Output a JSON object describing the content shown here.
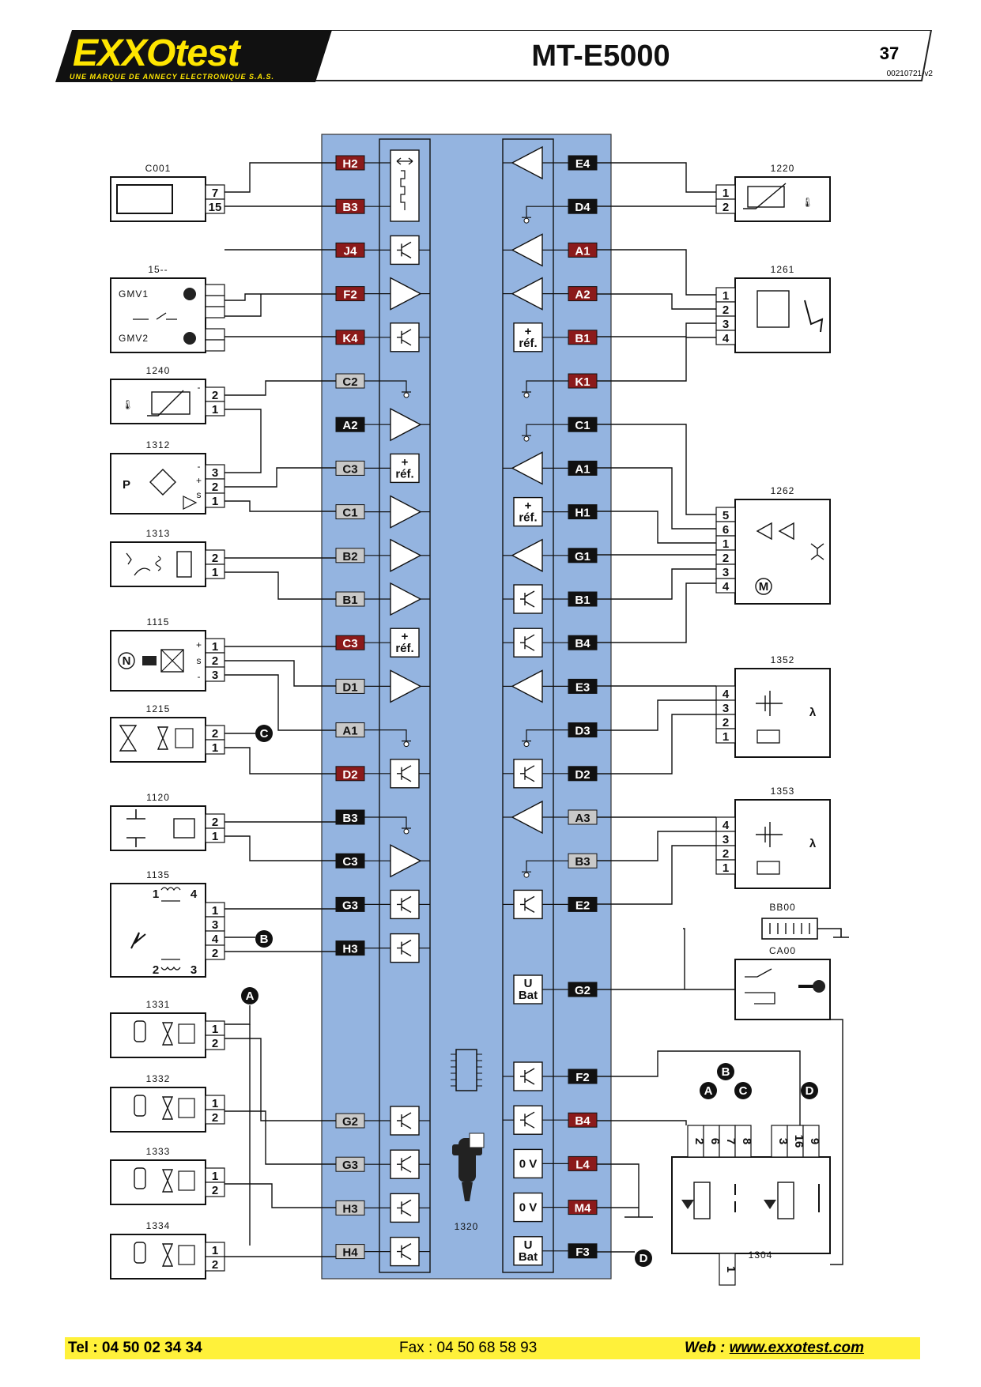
{
  "header": {
    "brand": "EXXOtest",
    "brand_tagline": "UNE MARQUE DE ANNECY ELECTRONIQUE S.A.S.",
    "title": "MT-E5000",
    "page_number": "37",
    "doc_ref": "00210721-v2"
  },
  "footer": {
    "tel": "Tel : 04 50 02 34 34",
    "fax": "Fax : 04 50 68 58 93",
    "web_label": "Web : ",
    "web_url": "www.exxotest.com"
  },
  "colors": {
    "ecu_fill": "#94b4e0",
    "pin_red": "#8b1a1a",
    "pin_black": "#111111",
    "pin_grey": "#c8c8c8",
    "footer_bg": "#fff13a",
    "logo_yellow": "#ffe600"
  },
  "ecu": {
    "id": "1320"
  },
  "left_pins": [
    {
      "label": "H2",
      "style": "red",
      "block": "osc"
    },
    {
      "label": "B3",
      "style": "red",
      "block": "osc"
    },
    {
      "label": "J4",
      "style": "red",
      "block": "transistor"
    },
    {
      "label": "F2",
      "style": "red",
      "block": "amp"
    },
    {
      "label": "K4",
      "style": "red",
      "block": "transistor"
    },
    {
      "label": "C2",
      "style": "grey",
      "block": "ground"
    },
    {
      "label": "A2",
      "style": "black",
      "block": "amp"
    },
    {
      "label": "C3",
      "style": "grey",
      "block": "ref"
    },
    {
      "label": "C1",
      "style": "grey",
      "block": "amp"
    },
    {
      "label": "B2",
      "style": "grey",
      "block": "amp"
    },
    {
      "label": "B1",
      "style": "grey",
      "block": "amp"
    },
    {
      "label": "C3",
      "style": "red",
      "block": "ref"
    },
    {
      "label": "D1",
      "style": "grey",
      "block": "amp"
    },
    {
      "label": "A1",
      "style": "grey",
      "block": "ground"
    },
    {
      "label": "D2",
      "style": "red",
      "block": "transistor"
    },
    {
      "label": "B3",
      "style": "black",
      "block": "ground"
    },
    {
      "label": "C3",
      "style": "black",
      "block": "amp"
    },
    {
      "label": "G3",
      "style": "black",
      "block": "transistor"
    },
    {
      "label": "H3",
      "style": "black",
      "block": "transistor"
    },
    {
      "label": "G2",
      "style": "grey",
      "block": "transistor"
    },
    {
      "label": "G3",
      "style": "grey",
      "block": "transistor"
    },
    {
      "label": "H3",
      "style": "grey",
      "block": "transistor"
    },
    {
      "label": "H4",
      "style": "grey",
      "block": "transistor"
    }
  ],
  "right_pins": [
    {
      "label": "E4",
      "style": "black",
      "block": "ampL"
    },
    {
      "label": "D4",
      "style": "black",
      "block": "ground"
    },
    {
      "label": "A1",
      "style": "red",
      "block": "ampL"
    },
    {
      "label": "A2",
      "style": "red",
      "block": "ampL"
    },
    {
      "label": "B1",
      "style": "red",
      "block": "ref"
    },
    {
      "label": "K1",
      "style": "red",
      "block": "ground"
    },
    {
      "label": "C1",
      "style": "black",
      "block": "ground"
    },
    {
      "label": "A1",
      "style": "black",
      "block": "ampL"
    },
    {
      "label": "H1",
      "style": "black",
      "block": "ref"
    },
    {
      "label": "G1",
      "style": "black",
      "block": "ampL"
    },
    {
      "label": "B1",
      "style": "black",
      "block": "transistor"
    },
    {
      "label": "B4",
      "style": "black",
      "block": "transistor"
    },
    {
      "label": "E3",
      "style": "black",
      "block": "ampL"
    },
    {
      "label": "D3",
      "style": "black",
      "block": "ground"
    },
    {
      "label": "D2",
      "style": "black",
      "block": "transistor"
    },
    {
      "label": "A3",
      "style": "grey",
      "block": "ampL"
    },
    {
      "label": "B3",
      "style": "grey",
      "block": "ground"
    },
    {
      "label": "E2",
      "style": "black",
      "block": "transistor"
    },
    {
      "label": "G2",
      "style": "black",
      "block": "ubat"
    },
    {
      "label": "F2",
      "style": "black",
      "block": "transistor"
    },
    {
      "label": "B4",
      "style": "red",
      "block": "transistor"
    },
    {
      "label": "L4",
      "style": "red",
      "block": "zerov"
    },
    {
      "label": "M4",
      "style": "red",
      "block": "zerov"
    },
    {
      "label": "F3",
      "style": "black",
      "block": "ubat"
    }
  ],
  "block_text": {
    "ref_plus": "+",
    "ref": "réf.",
    "u": "U",
    "bat": "Bat",
    "zero_v": "0 V"
  },
  "components": {
    "c001": {
      "id": "C001",
      "pins": [
        "7",
        "15"
      ]
    },
    "fan": {
      "id": "15--",
      "gmv1": "GMV1",
      "gmv2": "GMV2"
    },
    "c1240": {
      "id": "1240",
      "pins": [
        "2",
        "1"
      ],
      "signs": [
        "-"
      ]
    },
    "c1312": {
      "id": "1312",
      "letter": "P",
      "pins": [
        "3",
        "2",
        "1"
      ],
      "signs": [
        "-",
        "+",
        "s"
      ]
    },
    "c1313": {
      "id": "1313",
      "pins": [
        "2",
        "1"
      ]
    },
    "c1115": {
      "id": "1115",
      "letter": "N",
      "pins": [
        "1",
        "2",
        "3"
      ],
      "signs": [
        "+",
        "s",
        "-"
      ]
    },
    "c1215": {
      "id": "1215",
      "pins": [
        "2",
        "1"
      ]
    },
    "c1120": {
      "id": "1120",
      "pins": [
        "2",
        "1"
      ]
    },
    "c1135": {
      "id": "1135",
      "pins": [
        "1",
        "3",
        "4",
        "2"
      ],
      "coil_top": [
        "1",
        "4"
      ],
      "coil_bot": [
        "2",
        "3"
      ]
    },
    "c1331": {
      "id": "1331",
      "pins": [
        "1",
        "2"
      ]
    },
    "c1332": {
      "id": "1332",
      "pins": [
        "1",
        "2"
      ]
    },
    "c1333": {
      "id": "1333",
      "pins": [
        "1",
        "2"
      ]
    },
    "c1334": {
      "id": "1334",
      "pins": [
        "1",
        "2"
      ]
    },
    "c1220": {
      "id": "1220",
      "pins": [
        "1",
        "2"
      ]
    },
    "c1261": {
      "id": "1261",
      "pins": [
        "1",
        "2",
        "3",
        "4"
      ]
    },
    "c1262": {
      "id": "1262",
      "pins": [
        "5",
        "6",
        "1",
        "2",
        "3",
        "4"
      ],
      "motor": "M"
    },
    "c1352": {
      "id": "1352",
      "pins": [
        "4",
        "3",
        "2",
        "1"
      ],
      "lambda": "λ"
    },
    "c1353": {
      "id": "1353",
      "pins": [
        "4",
        "3",
        "2",
        "1"
      ],
      "lambda": "λ"
    },
    "bb00": {
      "id": "BB00"
    },
    "ca00": {
      "id": "CA00"
    },
    "c1304": {
      "id": "1304",
      "pins": [
        "2",
        "6",
        "7",
        "8",
        "3",
        "16",
        "9"
      ],
      "bottom_pin": "1"
    }
  },
  "markers": {
    "a": "A",
    "b": "B",
    "c": "C",
    "d": "D"
  }
}
